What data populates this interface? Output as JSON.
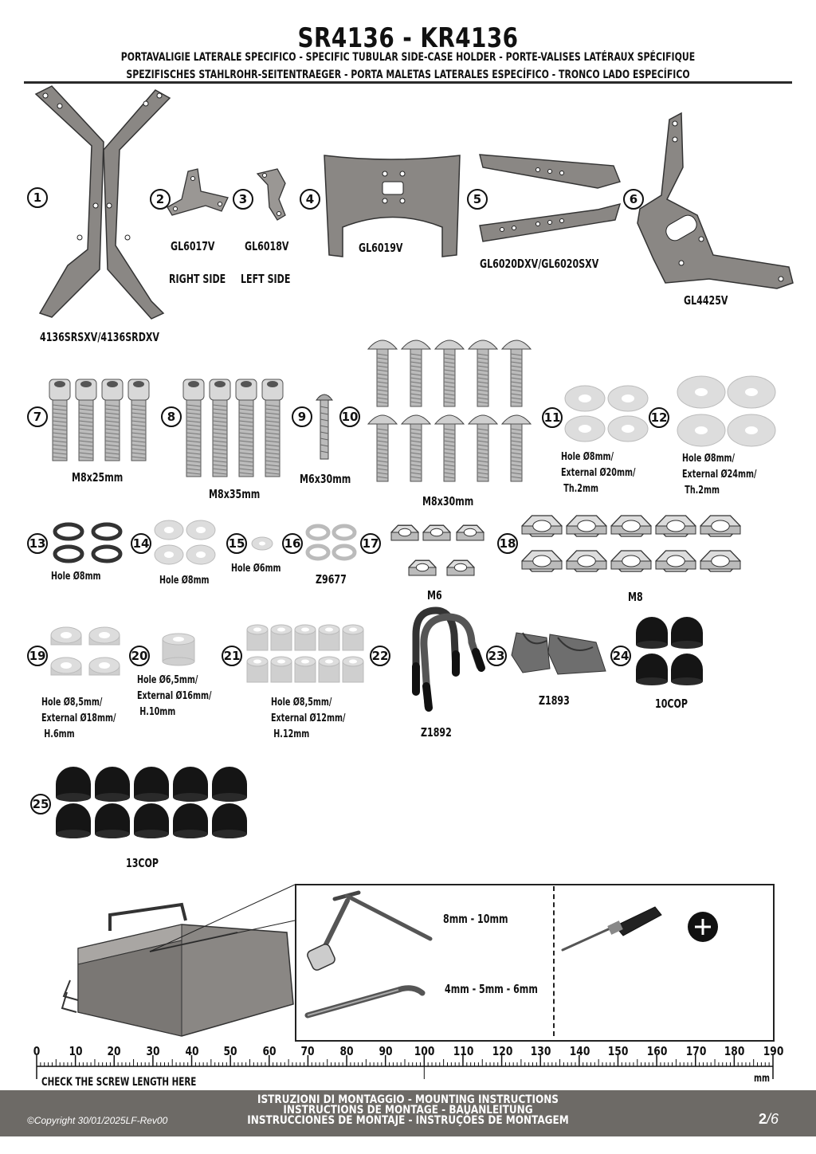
{
  "header": {
    "title": "SR4136 - KR4136",
    "subtitle_line1": "PORTAVALIGIE LATERALE SPECIFICO  -  SPECIFIC TUBULAR SIDE-CASE HOLDER  - PORTE-VALISES LATÉRAUX SPÉCIFIQUE",
    "subtitle_line2": "SPEZIFISCHES STAHLROHR-SEITENTRAEGER - PORTA MALETAS LATERALES ESPECÍFICO - TRONCO LADO ESPECÍFICO"
  },
  "parts": [
    {
      "n": "1",
      "code": "4136SRSXV/4136SRDXV"
    },
    {
      "n": "2",
      "code": "GL6017V",
      "note": "RIGHT SIDE"
    },
    {
      "n": "3",
      "code": "GL6018V",
      "note": "LEFT SIDE"
    },
    {
      "n": "4",
      "code": "GL6019V"
    },
    {
      "n": "5",
      "code": "GL6020DXV/GL6020SXV"
    },
    {
      "n": "6",
      "code": "GL4425V"
    },
    {
      "n": "7",
      "code": "M8x25mm"
    },
    {
      "n": "8",
      "code": "M8x35mm"
    },
    {
      "n": "9",
      "code": "M6x30mm"
    },
    {
      "n": "10",
      "code": "M8x30mm"
    },
    {
      "n": "11",
      "l1": "Hole Ø8mm/",
      "l2": "External Ø20mm/",
      "l3": "Th.2mm"
    },
    {
      "n": "12",
      "l1": "Hole Ø8mm/",
      "l2": "External Ø24mm/",
      "l3": "Th.2mm"
    },
    {
      "n": "13",
      "code": "Hole Ø8mm"
    },
    {
      "n": "14",
      "code": "Hole Ø8mm"
    },
    {
      "n": "15",
      "code": "Hole Ø6mm"
    },
    {
      "n": "16",
      "code": "Z9677"
    },
    {
      "n": "17",
      "code": "M6"
    },
    {
      "n": "18",
      "code": "M8"
    },
    {
      "n": "19",
      "l1": "Hole Ø8,5mm/",
      "l2": "External Ø18mm/",
      "l3": "H.6mm"
    },
    {
      "n": "20",
      "l1": "Hole Ø6,5mm/",
      "l2": "External Ø16mm/",
      "l3": "H.10mm"
    },
    {
      "n": "21",
      "l1": "Hole Ø8,5mm/",
      "l2": "External Ø12mm/",
      "l3": "H.12mm"
    },
    {
      "n": "22",
      "code": "Z1892"
    },
    {
      "n": "23",
      "code": "Z1893"
    },
    {
      "n": "24",
      "code": "10COP"
    },
    {
      "n": "25",
      "code": "13COP"
    }
  ],
  "tools": {
    "socket_wrench": "8mm - 10mm",
    "allen_key": "4mm - 5mm - 6mm",
    "screwdriver_icon": "phillips-plus-icon"
  },
  "ruler": {
    "labels": [
      "0",
      "10",
      "20",
      "30",
      "40",
      "50",
      "60",
      "70",
      "80",
      "90",
      "100",
      "110",
      "120",
      "130",
      "140",
      "150",
      "160",
      "170",
      "180",
      "190"
    ],
    "unit": "mm",
    "caption": "CHECK THE SCREW LENGTH HERE"
  },
  "footer": {
    "line1": "ISTRUZIONI DI MONTAGGIO  -  MOUNTING INSTRUCTIONS",
    "line2": "INSTRUCTIONS DE MONTAGE - BAUANLEITUNG",
    "line3": "INSTRUCCIONES DE MONTAJE - INSTRUÇÕES DE MONTAGEM",
    "copyright": "©Copyright 30/01/2025LF-Rev00",
    "page_current": "2",
    "page_total": "/6"
  },
  "colors": {
    "metal": "#8a8784",
    "metal_light": "#cfcfcf",
    "footer": "#6d6a66",
    "cap": "#151515"
  }
}
